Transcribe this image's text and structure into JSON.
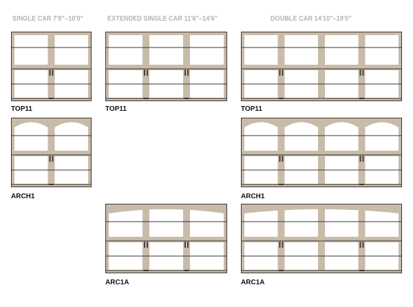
{
  "headers": {
    "single": "SINGLE CAR 7'8\"–10'0\"",
    "extended": "EXTENDED SINGLE CAR 11'6\"–14'6\"",
    "double": "DOUBLE CAR 14'10\"–19'0\""
  },
  "doors": {
    "single_top11": "TOP11",
    "extended_top11": "TOP11",
    "double_top11": "TOP11",
    "single_arch1": "ARCH1",
    "double_arch1": "ARCH1",
    "extended_arc1a": "ARC1A",
    "double_arc1a": "ARC1A"
  },
  "colors": {
    "frame": "#c8bba9",
    "panel": "#ffffff",
    "outline": "#3a3430",
    "header_text": "#b3b3b3",
    "label_text": "#111111"
  }
}
